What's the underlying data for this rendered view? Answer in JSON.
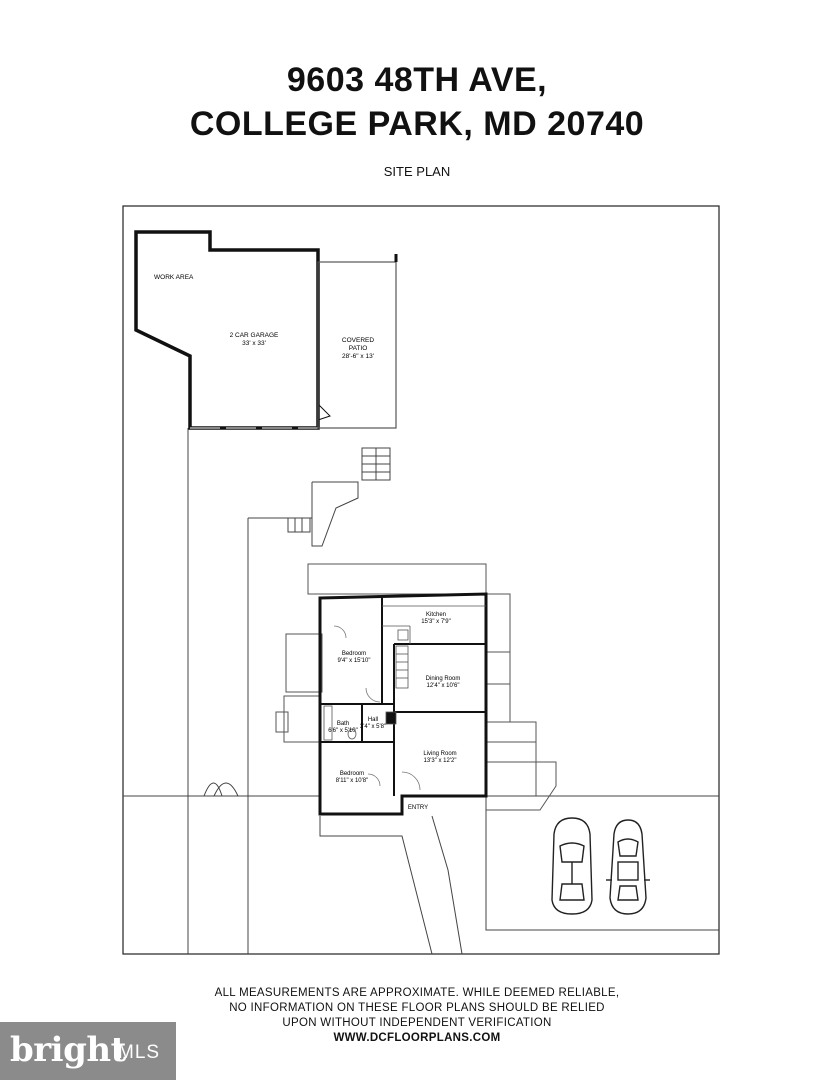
{
  "header": {
    "address_line1": "9603 48TH AVE,",
    "address_line2": "COLLEGE PARK, MD 20740",
    "subtitle": "SITE PLAN"
  },
  "rooms": {
    "work_area": "WORK AREA",
    "garage": {
      "name": "2 CAR GARAGE",
      "size": "33' x 33'"
    },
    "patio": {
      "name1": "COVERED",
      "name2": "PATIO",
      "size": "28'-6\" x 13'"
    },
    "kitchen": {
      "name": "Kitchen",
      "size": "15'3\" x 7'9\""
    },
    "dining": {
      "name": "Dining Room",
      "size": "12'4\" x 10'6\""
    },
    "bedroom1": {
      "name": "Bedroom",
      "size": "9'4\" x 15'10\""
    },
    "bath": {
      "name": "Bath",
      "size": "6'6\" x 5'10\""
    },
    "hall": {
      "name": "Hall",
      "size": "3'4\" x 5'8\""
    },
    "living": {
      "name": "Living Room",
      "size": "13'3\" x 12'2\""
    },
    "bedroom2": {
      "name": "Bedroom",
      "size": "8'11\" x 10'8\""
    },
    "entry": "ENTRY"
  },
  "disclaimer": {
    "line1": "ALL MEASUREMENTS ARE APPROXIMATE. WHILE DEEMED RELIABLE,",
    "line2": "NO INFORMATION ON THESE FLOOR PLANS SHOULD BE RELIED",
    "line3": "UPON WITHOUT INDEPENDENT VERIFICATION",
    "url": "WWW.DCFLOORPLANS.COM"
  },
  "logo": {
    "brand": "bright",
    "suffix": "MLS",
    "background": "#8b8b8b"
  }
}
